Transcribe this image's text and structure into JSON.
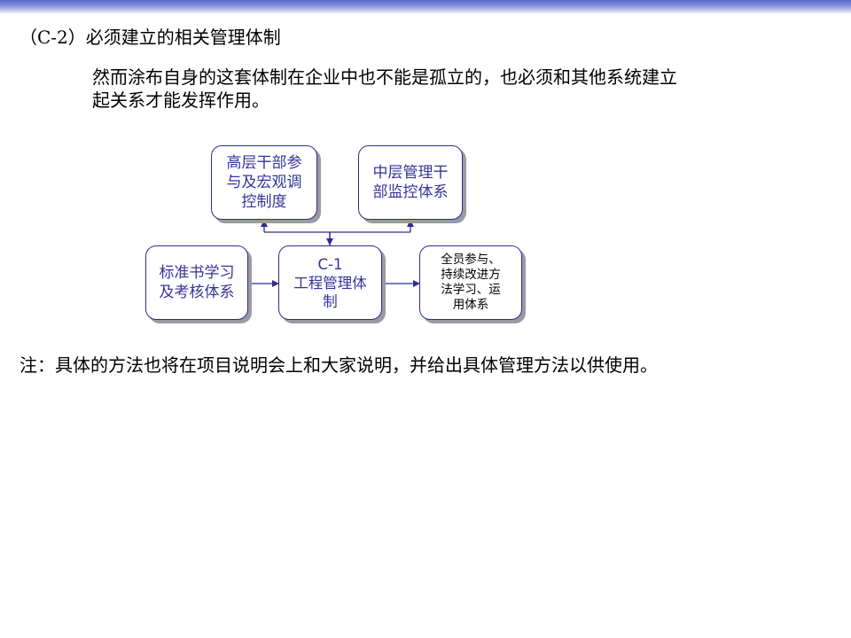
{
  "heading": "（C-2）必须建立的相关管理体制",
  "intro": {
    "line1": "然而涂布自身的这套体制在企业中也不能是孤立的，也必须和其他系统建立",
    "line2": "起关系才能发挥作用。"
  },
  "diagram": {
    "top_left": "高层干部参\n与及宏观调\n控制度",
    "top_right": "中层管理干\n部监控体系",
    "left": "标准书学习\n及考核体系",
    "center": "C-1\n工程管理体\n制",
    "right": "全员参与、\n持续改进方\n法学习、运\n用体系",
    "line_color": "#2a2f8a",
    "text_color": "#34349a"
  },
  "note": "注：具体的方法也将在项目说明会上和大家说明，并给出具体管理方法以供使用。"
}
